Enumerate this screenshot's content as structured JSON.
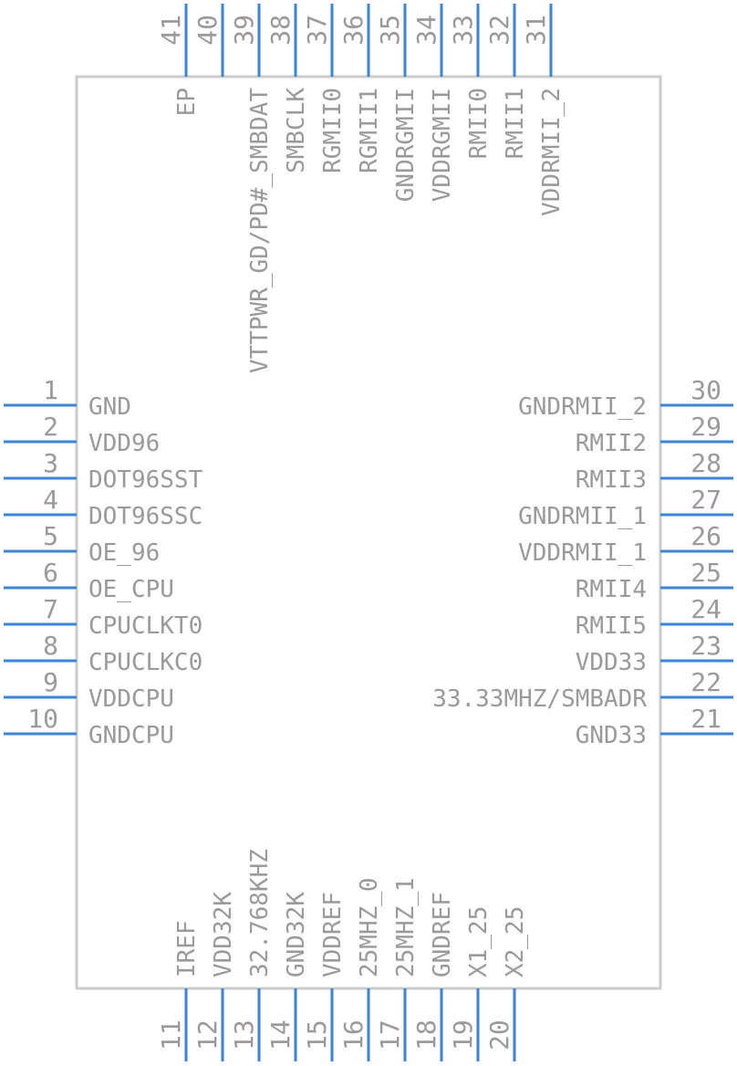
{
  "component": {
    "left_pins": [
      {
        "number": "1",
        "name": "GND"
      },
      {
        "number": "2",
        "name": "VDD96"
      },
      {
        "number": "3",
        "name": "DOT96SST"
      },
      {
        "number": "4",
        "name": "DOT96SSC"
      },
      {
        "number": "5",
        "name": "OE_96"
      },
      {
        "number": "6",
        "name": "OE_CPU"
      },
      {
        "number": "7",
        "name": "CPUCLKT0"
      },
      {
        "number": "8",
        "name": "CPUCLKC0"
      },
      {
        "number": "9",
        "name": "VDDCPU"
      },
      {
        "number": "10",
        "name": "GNDCPU"
      }
    ],
    "bottom_pins": [
      {
        "number": "11",
        "name": "IREF"
      },
      {
        "number": "12",
        "name": "VDD32K"
      },
      {
        "number": "13",
        "name": "32.768KHZ"
      },
      {
        "number": "14",
        "name": "GND32K"
      },
      {
        "number": "15",
        "name": "VDDREF"
      },
      {
        "number": "16",
        "name": "25MHZ_0"
      },
      {
        "number": "17",
        "name": "25MHZ_1"
      },
      {
        "number": "18",
        "name": "GNDREF"
      },
      {
        "number": "19",
        "name": "X1_25"
      },
      {
        "number": "20",
        "name": "X2_25"
      }
    ],
    "right_pins": [
      {
        "number": "21",
        "name": "GND33"
      },
      {
        "number": "22",
        "name": "33.33MHZ/SMBADR"
      },
      {
        "number": "23",
        "name": "VDD33"
      },
      {
        "number": "24",
        "name": "RMII5"
      },
      {
        "number": "25",
        "name": "RMII4"
      },
      {
        "number": "26",
        "name": "VDDRMII_1"
      },
      {
        "number": "27",
        "name": "GNDRMII_1"
      },
      {
        "number": "28",
        "name": "RMII3"
      },
      {
        "number": "29",
        "name": "RMII2"
      },
      {
        "number": "30",
        "name": "GNDRMII_2"
      }
    ],
    "top_pins": [
      {
        "number": "31",
        "name": "VDDRMII_2"
      },
      {
        "number": "32",
        "name": "RMII1"
      },
      {
        "number": "33",
        "name": "RMII0"
      },
      {
        "number": "34",
        "name": "VDDRGMII"
      },
      {
        "number": "35",
        "name": "GNDRGMII"
      },
      {
        "number": "36",
        "name": "RGMII1"
      },
      {
        "number": "37",
        "name": "RGMII0"
      },
      {
        "number": "38",
        "name": "SMBCLK"
      },
      {
        "number": "39",
        "name": "VTTPWR_GD/PD#_SMBDAT"
      },
      {
        "number": "40",
        "name": ""
      },
      {
        "number": "41",
        "name": "EP"
      }
    ]
  },
  "colors": {
    "body_outline": "#cccccc",
    "pin": "#3c84d8",
    "text": "#9a9a9a",
    "background": "#ffffff"
  }
}
